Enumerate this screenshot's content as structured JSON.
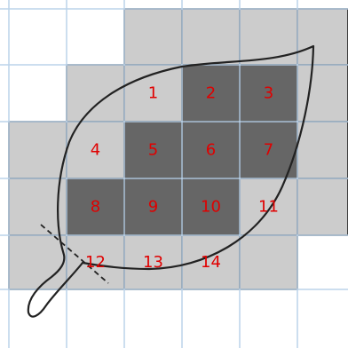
{
  "diagram": {
    "grid": {
      "rows": 6,
      "cols": 6,
      "light_line_color": "#bcd3ea",
      "dark_line_color": "#1a1a1a",
      "empty_fill": "#ffffff",
      "light_fill": "#cccccc",
      "dark_fill": "#666666",
      "cells": [
        [
          "empty",
          "empty",
          "light",
          "light",
          "light",
          "light"
        ],
        [
          "empty",
          "light",
          "light",
          "dark",
          "dark",
          "light"
        ],
        [
          "light",
          "light",
          "dark",
          "dark",
          "dark",
          "light"
        ],
        [
          "light",
          "dark",
          "dark",
          "dark",
          "light",
          "light"
        ],
        [
          "light",
          "light",
          "light",
          "light",
          "light",
          "empty"
        ],
        [
          "empty",
          "empty",
          "empty",
          "empty",
          "empty",
          "empty"
        ]
      ]
    },
    "labels": [
      {
        "text": "1",
        "row": 1,
        "col": 2
      },
      {
        "text": "2",
        "row": 1,
        "col": 3
      },
      {
        "text": "3",
        "row": 1,
        "col": 4
      },
      {
        "text": "4",
        "row": 2,
        "col": 1
      },
      {
        "text": "5",
        "row": 2,
        "col": 2
      },
      {
        "text": "6",
        "row": 2,
        "col": 3
      },
      {
        "text": "7",
        "row": 2,
        "col": 4
      },
      {
        "text": "8",
        "row": 3,
        "col": 1
      },
      {
        "text": "9",
        "row": 3,
        "col": 2
      },
      {
        "text": "10",
        "row": 3,
        "col": 3
      },
      {
        "text": "11",
        "row": 3,
        "col": 4
      },
      {
        "text": "12",
        "row": 4,
        "col": 1
      },
      {
        "text": "13",
        "row": 4,
        "col": 2
      },
      {
        "text": "14",
        "row": 4,
        "col": 3
      }
    ],
    "label_color": "#e00000",
    "leaf": {
      "outline_color": "#222222",
      "has_dashed_cut_line": true
    }
  }
}
